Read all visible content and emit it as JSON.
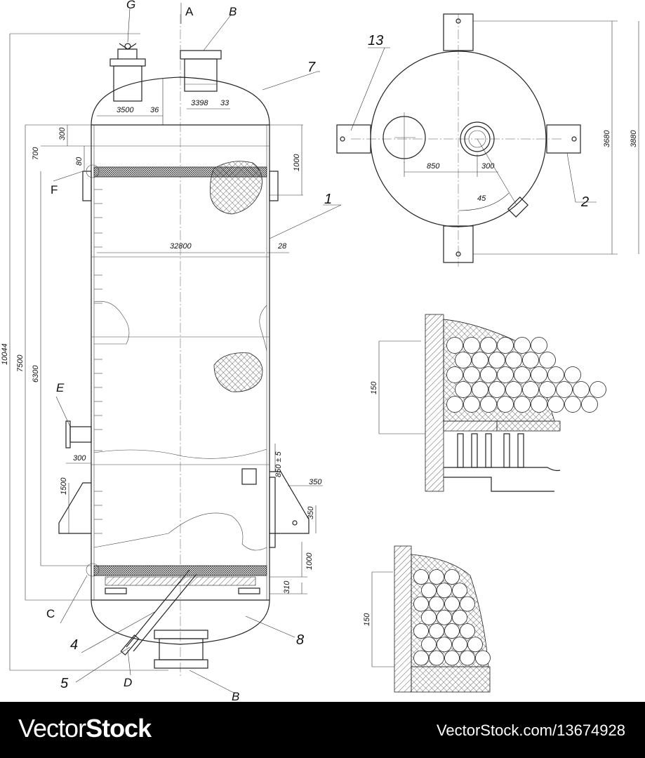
{
  "labels": {
    "A": "A",
    "B_top": "B",
    "B_bottom": "B",
    "G": "G",
    "F": "F",
    "E": "E",
    "C": "C",
    "D": "D",
    "n1": "1",
    "n2": "2",
    "n4": "4",
    "n5": "5",
    "n7": "7",
    "n8": "8",
    "n13": "13"
  },
  "dims": {
    "d3500": "3500",
    "d36": "36",
    "d3398": "3398",
    "d33": "33",
    "d300a": "300",
    "d700": "700",
    "d80": "80",
    "d1000a": "1000",
    "d32800": "32800",
    "d28": "28",
    "d10044": "10044",
    "d7500": "7500",
    "d6300": "6300",
    "d300b": "300",
    "d1500": "1500",
    "d850": "850 ± 5",
    "d350a": "350",
    "d350b": "350",
    "d1000b": "1000",
    "d310": "310",
    "d850top": "850",
    "d300top": "300",
    "d45": "45",
    "d3680": "3680",
    "d3880": "3880",
    "d150a": "150",
    "d150b": "150"
  },
  "footer": {
    "logo_light": "Vector",
    "logo_bold": "Stock",
    "url": "VectorStock.com/13674928"
  }
}
